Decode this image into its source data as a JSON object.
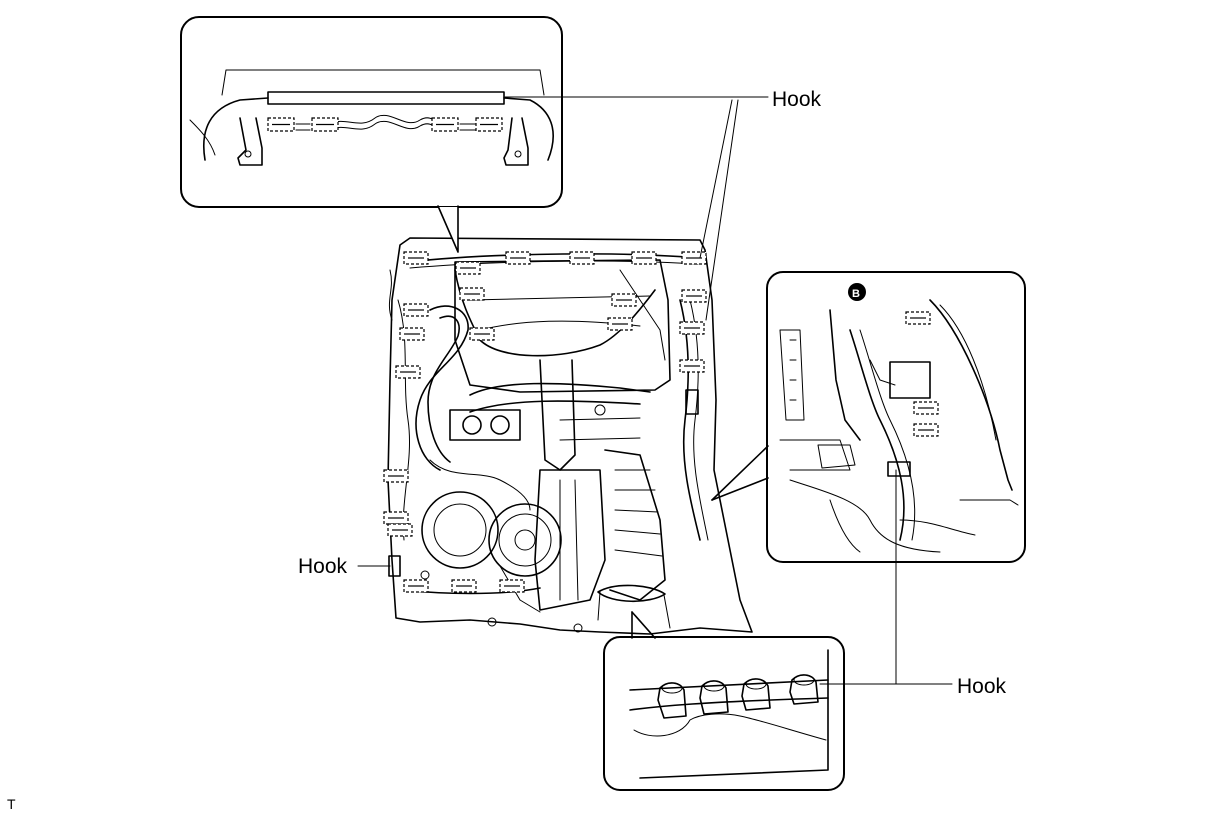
{
  "labels": {
    "hook_top": "Hook",
    "hook_left": "Hook",
    "hook_right": "Hook",
    "callout_marker": "B",
    "footer_code": "T"
  },
  "icons": {
    "clip": "dashed-clip-icon",
    "hook": "hook-icon"
  },
  "colors": {
    "line": "#000000",
    "background": "#ffffff"
  }
}
